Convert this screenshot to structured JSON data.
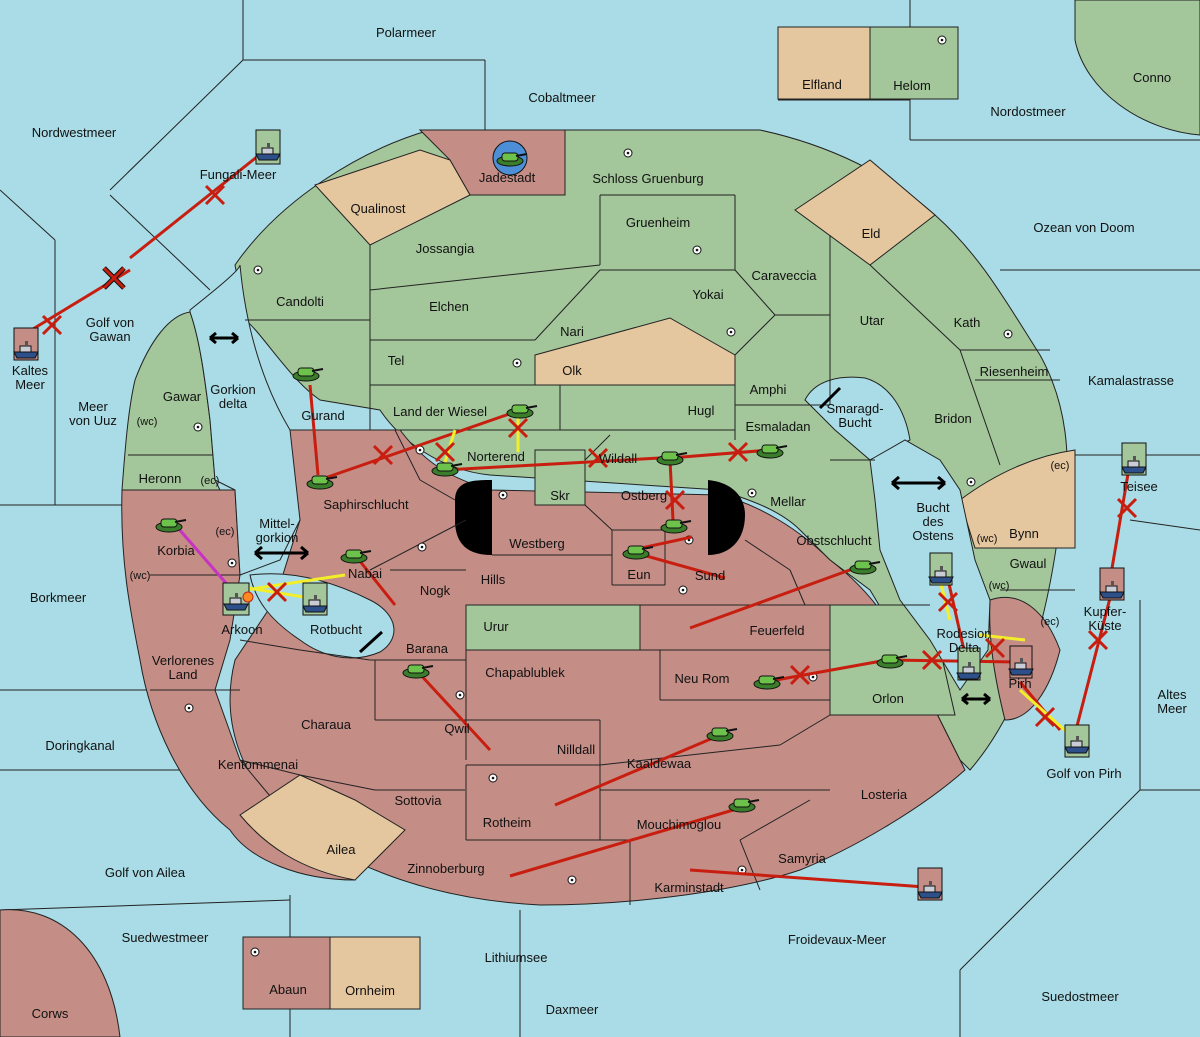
{
  "colors": {
    "sea": "#a9dce6",
    "land_green": "#a3c69a",
    "land_red": "#c48d86",
    "land_tan": "#e5c79f",
    "move_red": "#c81e10",
    "move_yellow": "#f2ee2a",
    "move_magenta": "#c733c2",
    "supply_center": "white dot"
  },
  "seas": {
    "polarmeer": "Polarmeer",
    "cobaltmeer": "Cobaltmeer",
    "nordwestmeer": "Nordwestmeer",
    "nordostmeer": "Nordostmeer",
    "fungali": "Fungali-Meer",
    "golf_gawan_1": "Golf von",
    "golf_gawan_2": "Gawan",
    "kaltes_1": "Kaltes",
    "kaltes_2": "Meer",
    "uuz_1": "Meer",
    "uuz_2": "von Uuz",
    "gorkion_1": "Gorkion",
    "gorkion_2": "delta",
    "mittel_1": "Mittel-",
    "mittel_2": "gorkion",
    "borkmeer": "Borkmeer",
    "rotbucht": "Rotbucht",
    "doringkanal": "Doringkanal",
    "golf_ailea": "Golf von Ailea",
    "suedwestmeer": "Suedwestmeer",
    "lithiumsee": "Lithiumsee",
    "daxmeer": "Daxmeer",
    "froidevaux": "Froidevaux-Meer",
    "suedostmeer": "Suedostmeer",
    "ozean_doom": "Ozean von Doom",
    "kamalastrasse": "Kamalastrasse",
    "smaragd_1": "Smaragd-",
    "smaragd_2": "Bucht",
    "bucht_1": "Bucht",
    "bucht_2": "des",
    "bucht_3": "Ostens",
    "altes_1": "Altes",
    "altes_2": "Meer",
    "golf_pirh": "Golf von Pirh",
    "rodesion_1": "Rodesion",
    "rodesion_2": "Delta",
    "kupfer_1": "Kupfer-",
    "kupfer_2": "Küste"
  },
  "lands": {
    "elfland": "Elfland",
    "helom": "Helom",
    "conno": "Conno",
    "jadestadt": "Jadestadt",
    "schloss": "Schloss Gruenburg",
    "qualinost": "Qualinost",
    "jossangia": "Jossangia",
    "gruenheim": "Gruenheim",
    "eld": "Eld",
    "caraveccia": "Caraveccia",
    "candolti": "Candolti",
    "elchen": "Elchen",
    "yokai": "Yokai",
    "utar": "Utar",
    "kath": "Kath",
    "nari": "Nari",
    "tel": "Tel",
    "olk": "Olk",
    "riesenheim": "Riesenheim",
    "amphi": "Amphi",
    "gawar": "Gawar",
    "gurand": "Gurand",
    "land_wiesel": "Land der Wiesel",
    "hugl": "Hugl",
    "bridon": "Bridon",
    "esmaladan": "Esmaladan",
    "norterend": "Norterend",
    "wildall": "Wildall",
    "heronn": "Heronn",
    "ec": "(ec)",
    "wc": "(wc)",
    "saphirschlucht": "Saphirschlucht",
    "skr": "Skr",
    "ostberg": "Ostberg",
    "mellar": "Mellar",
    "bynn": "Bynn",
    "korbia": "Korbia",
    "westberg": "Westberg",
    "obstschlucht": "Obstschlucht",
    "gwaul": "Gwaul",
    "nabai": "Nabai",
    "eun": "Eun",
    "sund": "Sund",
    "hills": "Hills",
    "nogk": "Nogk",
    "arkoon": "Arkoon",
    "urur": "Urur",
    "feuerfeld": "Feuerfeld",
    "barana": "Barana",
    "chapablublek": "Chapablublek",
    "neu_rom": "Neu Rom",
    "orlon": "Orlon",
    "pirh": "Pirh",
    "verlorenes_1": "Verlorenes",
    "verlorenes_2": "Land",
    "charaua": "Charaua",
    "qwil": "Qwil",
    "nilldall": "Nilldall",
    "kaaldewaa": "Kaaldewaa",
    "kentommenai": "Kentommenai",
    "losteria": "Losteria",
    "sottovia": "Sottovia",
    "rotheim": "Rotheim",
    "mouchimoglou": "Mouchimoglou",
    "ailea": "Ailea",
    "samyria": "Samyria",
    "zinnoberburg": "Zinnoberburg",
    "karminstadt": "Karminstadt",
    "teisee": "Teisee",
    "abaun": "Abaun",
    "ornheim": "Ornheim",
    "corws": "Corws"
  }
}
